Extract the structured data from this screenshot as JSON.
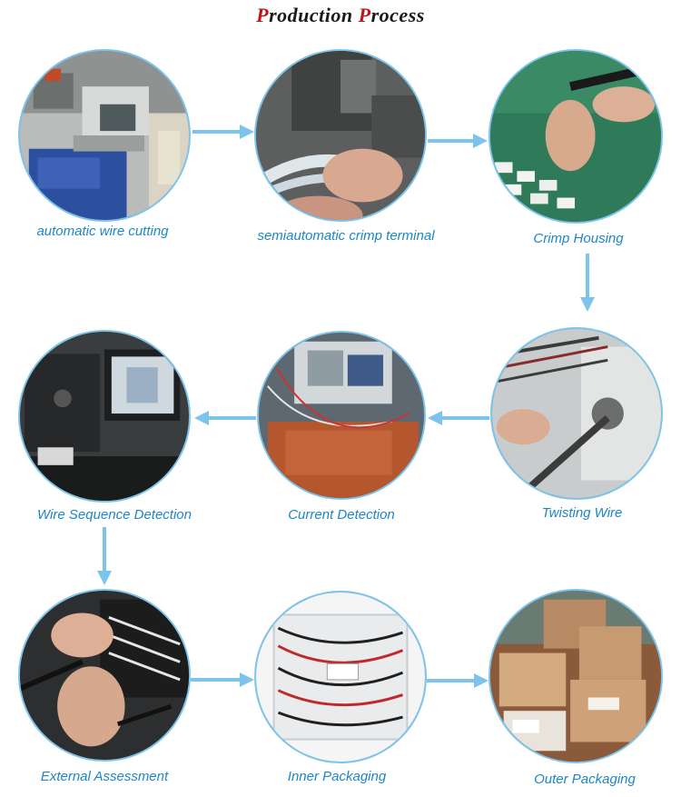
{
  "title": {
    "first_cap": "P",
    "first_rest": "roduction ",
    "second_cap": "P",
    "second_rest": "rocess"
  },
  "colors": {
    "accent": "#1d86c8",
    "arrow": "#7cc4ec",
    "title_cap": "#c0141b"
  },
  "steps": [
    {
      "label": "automatic wire cutting"
    },
    {
      "label": "semiautomatic crimp terminal"
    },
    {
      "label": "Crimp Housing"
    },
    {
      "label": "Twisting Wire"
    },
    {
      "label": "Current Detection"
    },
    {
      "label": "Wire Sequence Detection"
    },
    {
      "label": "External Assessment"
    },
    {
      "label": "Inner Packaging"
    },
    {
      "label": "Outer Packaging"
    }
  ]
}
